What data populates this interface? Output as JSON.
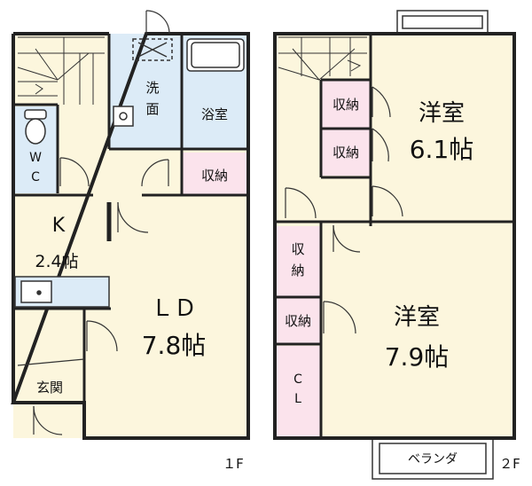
{
  "floor1": {
    "floor_label": "１F",
    "wash": [
      "洗",
      "面"
    ],
    "bath": "浴室",
    "wc": [
      "W",
      "C"
    ],
    "storage": "収納",
    "k_name": "K",
    "k_size": "2.4帖",
    "ld_name": "ＬＤ",
    "ld_size": "7.8帖",
    "entrance": "玄関"
  },
  "floor2": {
    "floor_label": "２F",
    "storage_a": "収納",
    "storage_b": "収納",
    "storage_c": [
      "収",
      "納"
    ],
    "storage_d": "収納",
    "closet": [
      "C",
      "L"
    ],
    "room_upper_name": "洋室",
    "room_upper_size": "6.1帖",
    "room_lower_name": "洋室",
    "room_lower_size": "7.9帖",
    "balcony": "ベランダ"
  },
  "colors": {
    "room": "#fcf6dd",
    "wet": "#dcebf7",
    "storage": "#fbe3ec",
    "wall": "#222222"
  }
}
